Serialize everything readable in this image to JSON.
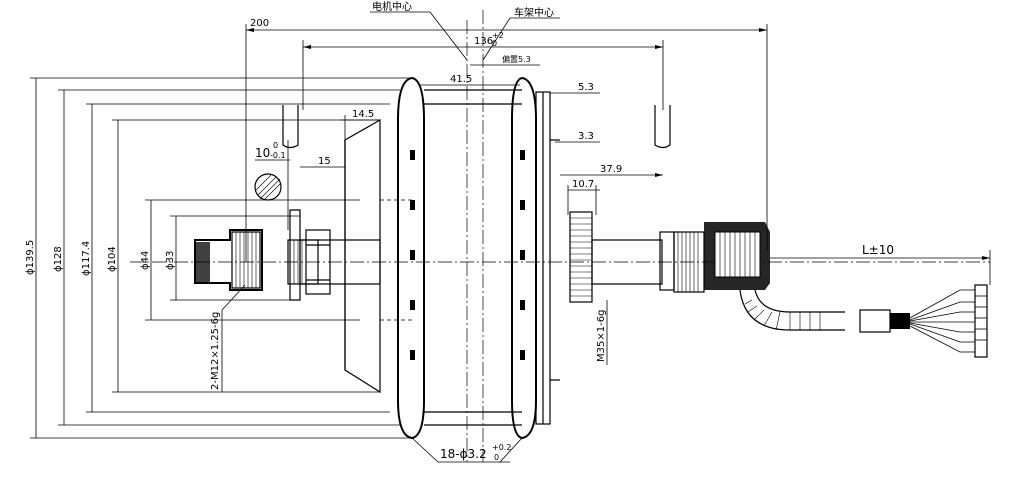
{
  "labels": {
    "motor_center": "电机中心",
    "frame_center": "车架中心",
    "offset": "偏置5.3",
    "dim_200": "200",
    "dim_136": "136",
    "dim_136_tol": "+2",
    "dim_136_tol_low": "0",
    "dim_41_5": "41.5",
    "dim_5_3": "5.3",
    "dim_3_3": "3.3",
    "dim_37_9": "37.9",
    "dim_10_7": "10.7",
    "dim_14_5": "14.5",
    "dim_15": "15",
    "dim_10": "10",
    "dim_10_tol_up": "0",
    "dim_10_tol_low": "-0.1",
    "dia_139_5": "ϕ139.5",
    "dia_128": "ϕ128",
    "dia_117_4": "ϕ117.4",
    "dia_104": "ϕ104",
    "dia_44": "ϕ44",
    "dia_33": "ϕ33",
    "thread_left": "2-M12×1.25-6g",
    "thread_right": "M35×1-6g",
    "cable_length": "L±10",
    "holes": "18-ϕ3.2",
    "holes_tol_up": "+0.2",
    "holes_tol_low": "0"
  }
}
